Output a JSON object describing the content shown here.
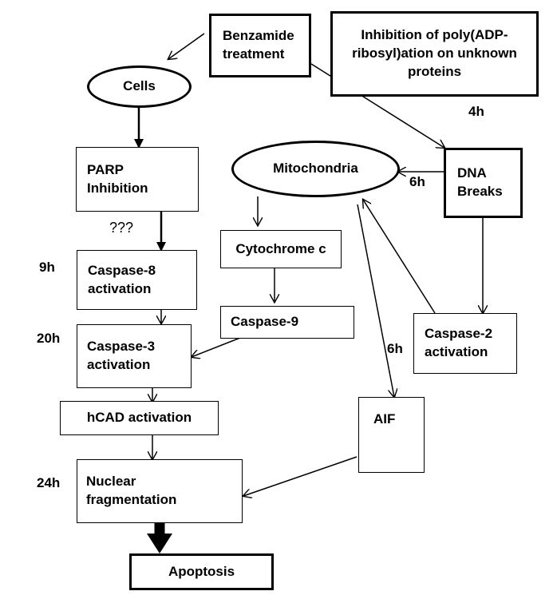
{
  "nodes": {
    "benzamide": "Benzamide treatment",
    "inhibition_poly": "Inhibition of poly(ADP-ribosyl)ation on unknown proteins",
    "cells": "Cells",
    "parp_inhibition": "PARP Inhibition",
    "mitochondria": "Mitochondria",
    "dna_breaks": "DNA Breaks",
    "cytochrome_c": "Cytochrome c",
    "caspase8": "Caspase-8 activation",
    "caspase9": "Caspase-9",
    "caspase3": "Caspase-3 activation",
    "caspase2": "Caspase-2 activation",
    "hcad": "hCAD activation",
    "aif": "AIF",
    "nuclear_fragmentation": "Nuclear fragmentation",
    "apoptosis": "Apoptosis"
  },
  "labels": {
    "unknown_link": "???",
    "t_4h": "4h",
    "t_6h_dna": "6h",
    "t_9h": "9h",
    "t_20h": "20h",
    "t_6h_aif": "6h",
    "t_24h": "24h"
  }
}
